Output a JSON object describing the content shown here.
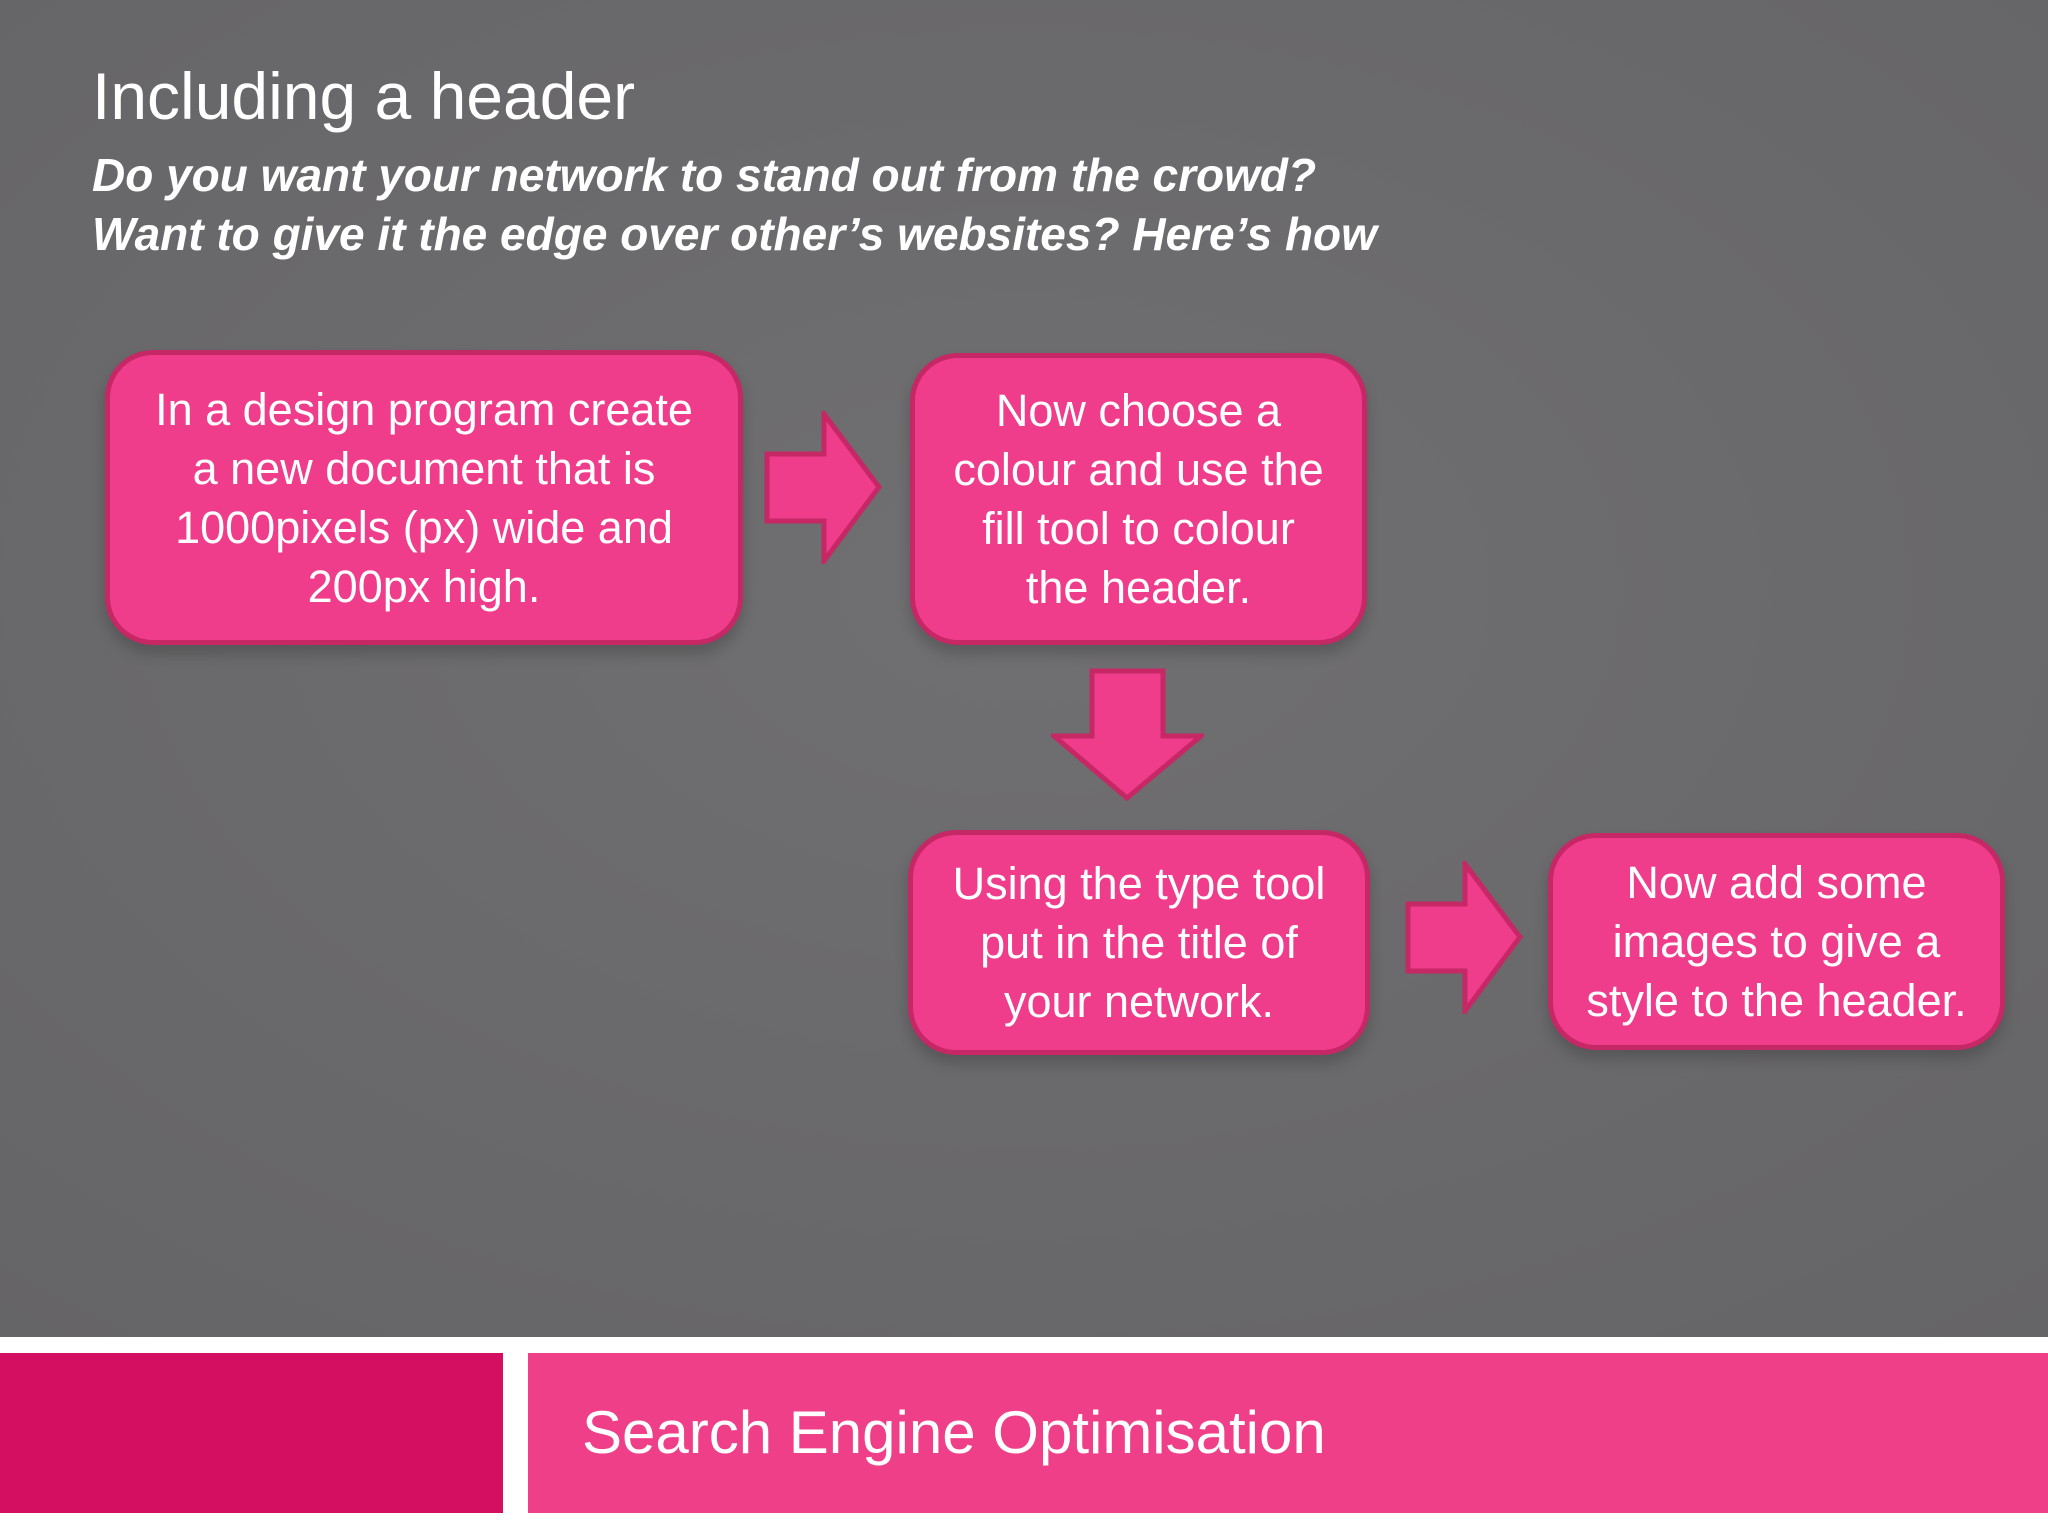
{
  "slide": {
    "title": "Including a header",
    "subtitle": {
      "lines": [
        "Do you want your network to stand out from the crowd?",
        "Want to give it the edge over other’s websites? Here’s how"
      ]
    },
    "footer": {
      "label": "Search Engine Optimisation"
    }
  },
  "flowchart": {
    "steps": [
      {
        "id": 1,
        "text": "In a design program create a new document that is 1000pixels (px) wide and 200px high.",
        "lines": [
          "In a design program create",
          "a new document that is",
          "1000pixels (px) wide and",
          "200px high."
        ]
      },
      {
        "id": 2,
        "text": "Now choose a colour and use the fill tool to colour the header.",
        "lines": [
          "Now choose a",
          "colour and use the",
          "fill tool to colour",
          "the header."
        ]
      },
      {
        "id": 3,
        "text": "Using the type tool put in the title of your network.",
        "lines": [
          "Using the type tool",
          "put in the title of",
          "your network."
        ]
      },
      {
        "id": 4,
        "text": "Now add some images to give a style to the header.",
        "lines": [
          "Now add some",
          "images to give a",
          "style to the header."
        ]
      }
    ],
    "connectors": [
      {
        "from": 1,
        "to": 2,
        "direction": "right"
      },
      {
        "from": 2,
        "to": 3,
        "direction": "down"
      },
      {
        "from": 3,
        "to": 4,
        "direction": "right"
      }
    ]
  },
  "colors": {
    "background_gray": "#6a696b",
    "box_fill": "#ef3d8c",
    "box_border": "#c62765",
    "box_text": "#ffffff",
    "footer_accent": "#d40f62",
    "footer_bar": "#ef3f88",
    "footer_text": "#ffffff",
    "title_text": "#ffffff"
  }
}
